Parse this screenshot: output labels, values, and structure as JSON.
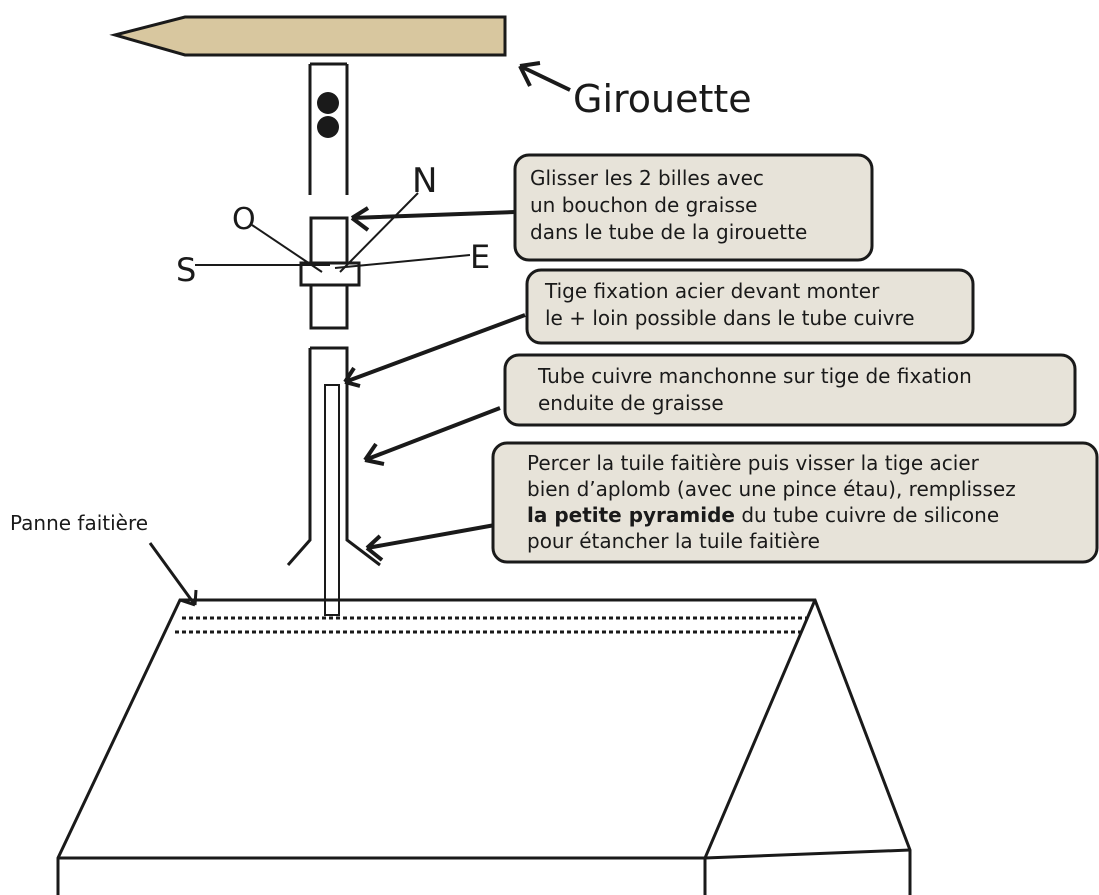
{
  "labels": {
    "weathervane": "Girouette",
    "north": "N",
    "south": "S",
    "east": "E",
    "west": "O",
    "ridge_purlin": "Panne faitière"
  },
  "notes": {
    "balls": {
      "line1": "Glisser les 2 billes avec",
      "line2": "un bouchon de graisse",
      "line3": "dans le tube de la girouette"
    },
    "rod": {
      "line1": "Tige fixation acier devant monter",
      "line2": "le + loin possible dans le tube cuivre"
    },
    "copper_tube": {
      "line1": "Tube cuivre manchonne sur tige de fixation",
      "line2": "enduite de graisse"
    },
    "drill": {
      "line1": "Percer la tuile faitière puis visser la tige acier",
      "line2": "bien d’aplomb (avec une pince étau), remplissez",
      "line3_bold": "la petite pyramide",
      "line3_rest": " du tube cuivre de silicone",
      "line4": "pour étancher la tuile faitière"
    }
  },
  "colors": {
    "vane_fill": "#d8c79f",
    "note_fill": "#e7e3d9",
    "ink": "#1a1a1a"
  }
}
